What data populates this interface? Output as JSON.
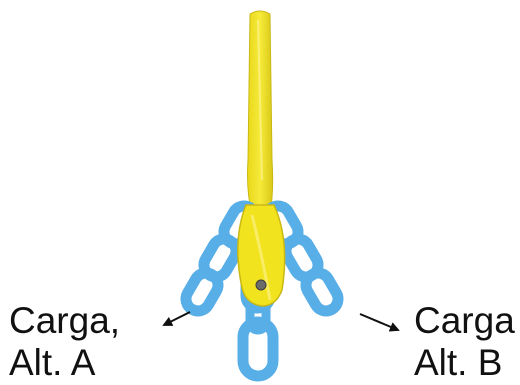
{
  "labels": {
    "alt_a": {
      "line1": "Carga,",
      "line2": "Alt. A"
    },
    "alt_b": {
      "line1": "Carga",
      "line2": "Alt. B"
    }
  },
  "colors": {
    "shackle": "#F2E31F",
    "shackle_shade": "#C9B814",
    "chain": "#58AEE6",
    "chain_dark": "#3B8CCB",
    "arrow": "#111111",
    "text": "#111111"
  }
}
